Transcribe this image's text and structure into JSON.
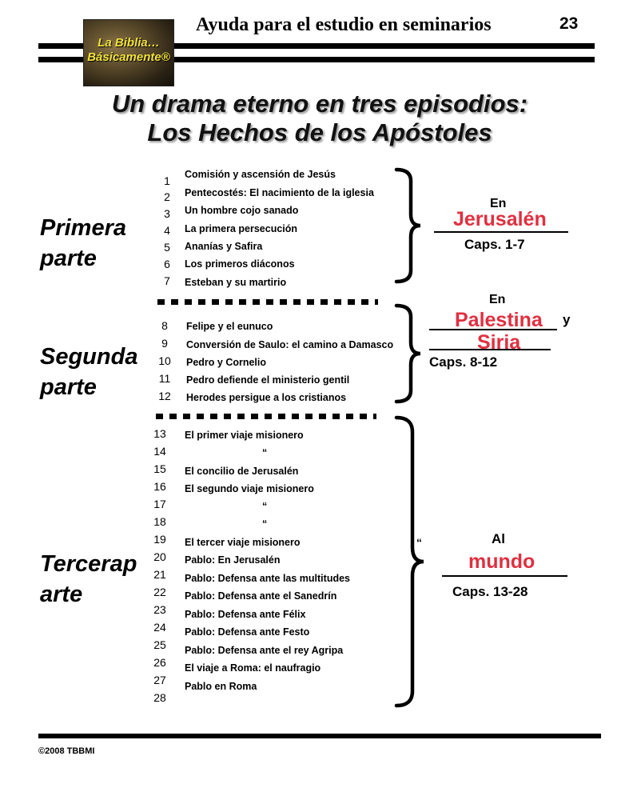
{
  "header": {
    "title": "Ayuda para el estudio en seminarios",
    "page_number": "23"
  },
  "logo": {
    "line1": "La Biblia…",
    "line2": "Básicamente®"
  },
  "title": {
    "line1": "Un drama eterno en tres episodios:",
    "line2": "Los Hechos de los Apóstoles"
  },
  "parts": {
    "one": {
      "line1": "Primera",
      "line2": "parte"
    },
    "two": {
      "line1": "Segunda",
      "line2": "parte"
    },
    "three": {
      "line1": "Tercerap",
      "line2": "arte"
    }
  },
  "chapters": [
    "1",
    "2",
    "3",
    "4",
    "5",
    "6",
    "7",
    "8",
    "9",
    "10",
    "11",
    "12",
    "13",
    "14",
    "15",
    "16",
    "17",
    "18",
    "19",
    "20",
    "21",
    "22",
    "23",
    "24",
    "25",
    "26",
    "27",
    "28"
  ],
  "events": {
    "part1": [
      "Comisión y ascensión de Jesús",
      "Pentecostés: El nacimiento de la iglesia",
      "Un hombre cojo sanado",
      "La primera persecución",
      "Ananías y Safira",
      "Los primeros diáconos",
      "Esteban y su martirio"
    ],
    "part2": [
      "Felipe y el eunuco",
      "Conversión de Saulo: el camino a Damasco",
      "Pedro y Cornelio",
      "Pedro defiende el ministerio gentil",
      "Herodes persigue a los cristianos"
    ],
    "part3": [
      "El primer viaje misionero",
      "“",
      "El concilio de Jerusalén",
      "El segundo viaje misionero",
      "“",
      "“",
      "El tercer viaje misionero",
      "Pablo: En Jerusalén",
      "Pablo: Defensa ante las multitudes",
      "Pablo: Defensa ante el Sanedrín",
      "Pablo: Defensa ante Félix",
      "Pablo: Defensa ante Festo",
      "Pablo: Defensa ante el rey Agripa",
      "El viaje a Roma: el naufragio",
      "Pablo en Roma"
    ],
    "part3_extra_mark": "“"
  },
  "regions": {
    "r1": {
      "prefix": "En",
      "place": "Jerusalén",
      "caps": "Caps. 1-7"
    },
    "r2": {
      "prefix": "En",
      "place1": "Palestina",
      "joiner": "y",
      "place2": "Siria",
      "caps": "Caps. 8-12"
    },
    "r3": {
      "prefix": "Al",
      "place": "mundo",
      "caps": "Caps. 13-28"
    }
  },
  "footer": {
    "copyright": "©2008 TBBMI"
  },
  "colors": {
    "accent": "#e03040",
    "logo_text": "#f2e23a"
  }
}
